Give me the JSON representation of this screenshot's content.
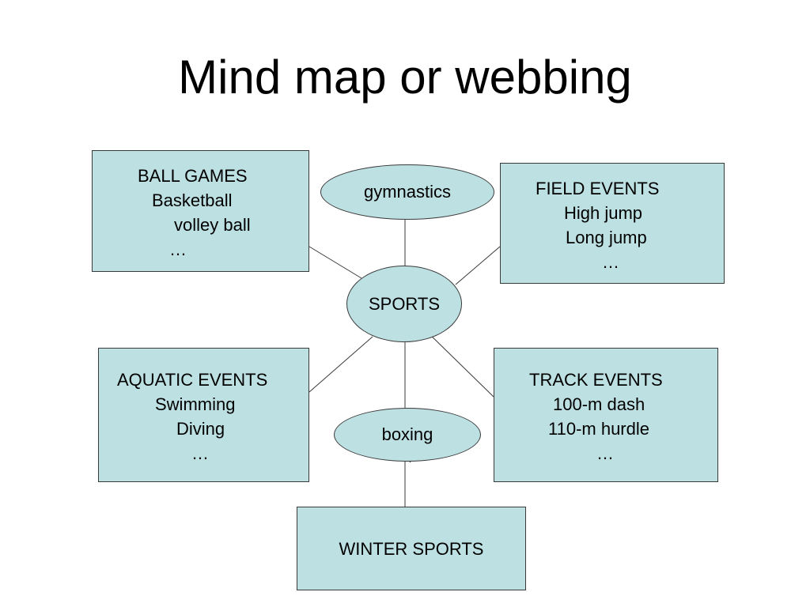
{
  "slide": {
    "title": "Mind map or webbing"
  },
  "diagram": {
    "center": "SPORTS",
    "nodes": {
      "gymnastics": "gymnastics",
      "boxing": "boxing",
      "ball_games": {
        "lines": [
          "BALL GAMES",
          "Basketball",
          "volley ball",
          "…"
        ]
      },
      "field_events": {
        "lines": [
          "FIELD EVENTS",
          "High jump",
          "Long jump",
          "…"
        ]
      },
      "aquatic_events": {
        "lines": [
          "AQUATIC EVENTS",
          "Swimming",
          "Diving",
          "…"
        ]
      },
      "track_events": {
        "lines": [
          "TRACK EVENTS",
          "100-m dash",
          "110-m hurdle",
          "…"
        ]
      },
      "winter_sports": "WINTER SPORTS"
    },
    "colors": {
      "node_fill": "#bde0e3",
      "node_border": "#3a3a3a",
      "connector": "#3a3a3a"
    }
  }
}
